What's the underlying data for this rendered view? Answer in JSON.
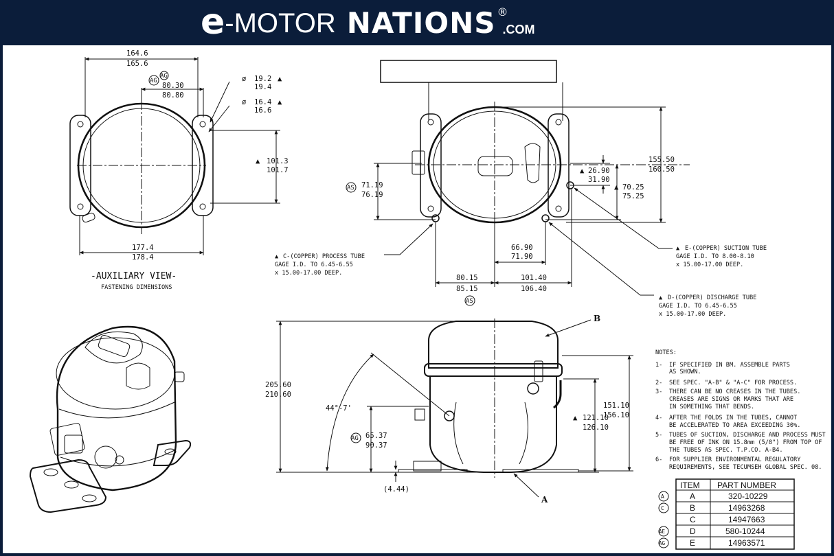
{
  "header": {
    "brand_e": "e",
    "brand_motor": "-MOTOR",
    "brand_nations": "NATIONS",
    "brand_registered": "®",
    "brand_com": ".COM",
    "background_color": "#0b1d3a"
  },
  "aux_view": {
    "top_width": [
      "164.6",
      "165.6"
    ],
    "ag_tag": "AG",
    "ag_dim": [
      "80.30",
      "80.80"
    ],
    "dia_large": [
      "19.2",
      "19.4"
    ],
    "dia_small": [
      "16.4",
      "16.6"
    ],
    "dia_symbol": "ø",
    "height": [
      "101.3",
      "101.7"
    ],
    "bottom_width": [
      "177.4",
      "178.4"
    ],
    "title": "-AUXILIARY VIEW-",
    "subtitle": "FASTENING DIMENSIONS"
  },
  "top_view": {
    "height": [
      "155.50",
      "160.50"
    ],
    "as_tag": "AS",
    "left_height": [
      "71.19",
      "76.19"
    ],
    "small_height": [
      "26.90",
      "31.90"
    ],
    "right_height": [
      "70.25",
      "75.25"
    ],
    "center_offset": [
      "66.90",
      "71.90"
    ],
    "left_offset": [
      "80.15",
      "85.15"
    ],
    "right_offset": [
      "101.40",
      "106.40"
    ],
    "process_tube": [
      "C-(COPPER) PROCESS TUBE",
      "GAGE I.D. TO 6.45-6.55",
      "x 15.00-17.00 DEEP."
    ],
    "suction_tube": [
      "E-(COPPER) SUCTION TUBE",
      "GAGE I.D. TO 8.00-8.10",
      "x 15.00-17.00 DEEP."
    ],
    "discharge_tube": [
      "D-(COPPER) DISCHARGE TUBE",
      "GAGE I.D. TO 6.45-6.55",
      "x 15.00-17.00 DEEP."
    ]
  },
  "front_view": {
    "total_height": [
      "205.60",
      "210.60"
    ],
    "angle": "44°-7'",
    "ag_tag": "AG",
    "ag_height": [
      "65.37",
      "90.37"
    ],
    "base_offset": "(4.44)",
    "mid_height": [
      "121.10",
      "126.10"
    ],
    "right_height": [
      "151.10",
      "156.10"
    ],
    "callout_b": "B",
    "callout_a": "A"
  },
  "notes": {
    "title": "NOTES:",
    "items": [
      {
        "num": "1-",
        "lines": [
          "IF SPECIFIED IN BM. ASSEMBLE PARTS",
          "AS SHOWN."
        ]
      },
      {
        "num": "2-",
        "lines": [
          "SEE SPEC. \"A-B\" & \"A-C\" FOR PROCESS."
        ]
      },
      {
        "num": "3-",
        "lines": [
          "THERE CAN BE NO CREASES IN THE TUBES.",
          "CREASES ARE SIGNS OR MARKS THAT ARE",
          "IN SOMETHING THAT BENDS."
        ]
      },
      {
        "num": "4-",
        "lines": [
          "AFTER THE FOLDS IN THE TUBES, CANNOT",
          "BE ACCELERATED TO AREA EXCEEDING 30%."
        ]
      },
      {
        "num": "5-",
        "lines": [
          "TUBES OF SUCTION, DISCHARGE AND PROCESS MUST",
          "BE FREE OF INK ON 15.8mm (5/8\") FROM TOP OF",
          "THE TUBES AS SPEC. T.P.CO. A-B4."
        ]
      },
      {
        "num": "6-",
        "lines": [
          "FOR SUPPLIER ENVIRONMENTAL REGULATORY",
          "REQUIREMENTS, SEE TECUMSEH GLOBAL SPEC. 08."
        ]
      }
    ]
  },
  "parts_table": {
    "headers": [
      "ITEM",
      "PART NUMBER"
    ],
    "rows": [
      {
        "tag": "A",
        "item": "A",
        "part": "320-10229"
      },
      {
        "tag": "C",
        "item": "B",
        "part": "14963268"
      },
      {
        "tag": "",
        "item": "C",
        "part": "14947663"
      },
      {
        "tag": "AE",
        "item": "D",
        "part": "580-10244"
      },
      {
        "tag": "AG",
        "item": "E",
        "part": "14963571"
      }
    ]
  }
}
